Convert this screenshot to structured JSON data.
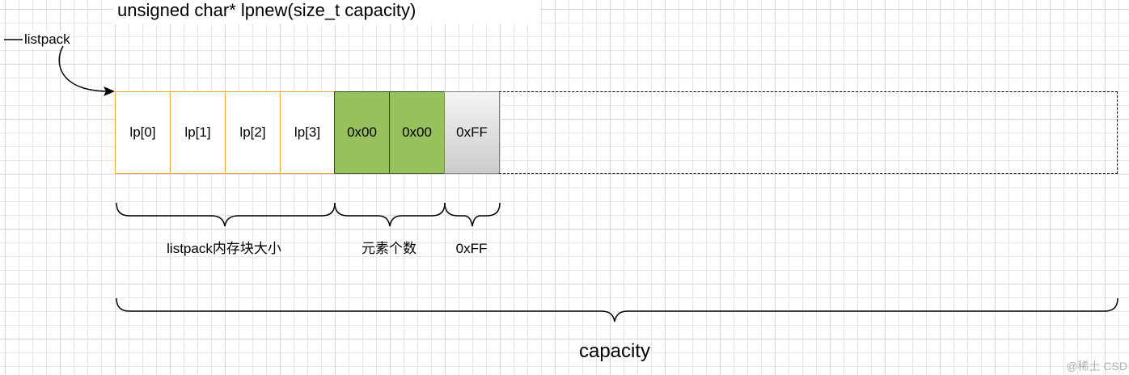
{
  "title": "unsigned char* lpnew(size_t capacity)",
  "pointer_label": "listpack",
  "header_cells": [
    "lp[0]",
    "lp[1]",
    "lp[2]",
    "lp[3]"
  ],
  "count_cells": [
    "0x00",
    "0x00"
  ],
  "end_cell": "0xFF",
  "braces": {
    "header": "listpack内存块大小",
    "count": "元素个数",
    "end": "0xFF",
    "total": "capacity"
  },
  "watermark": "@稀土 CSD",
  "colors": {
    "header_border": "#f2a33a",
    "count_fill": "#97c15c",
    "end_fill": "#cccccc"
  }
}
